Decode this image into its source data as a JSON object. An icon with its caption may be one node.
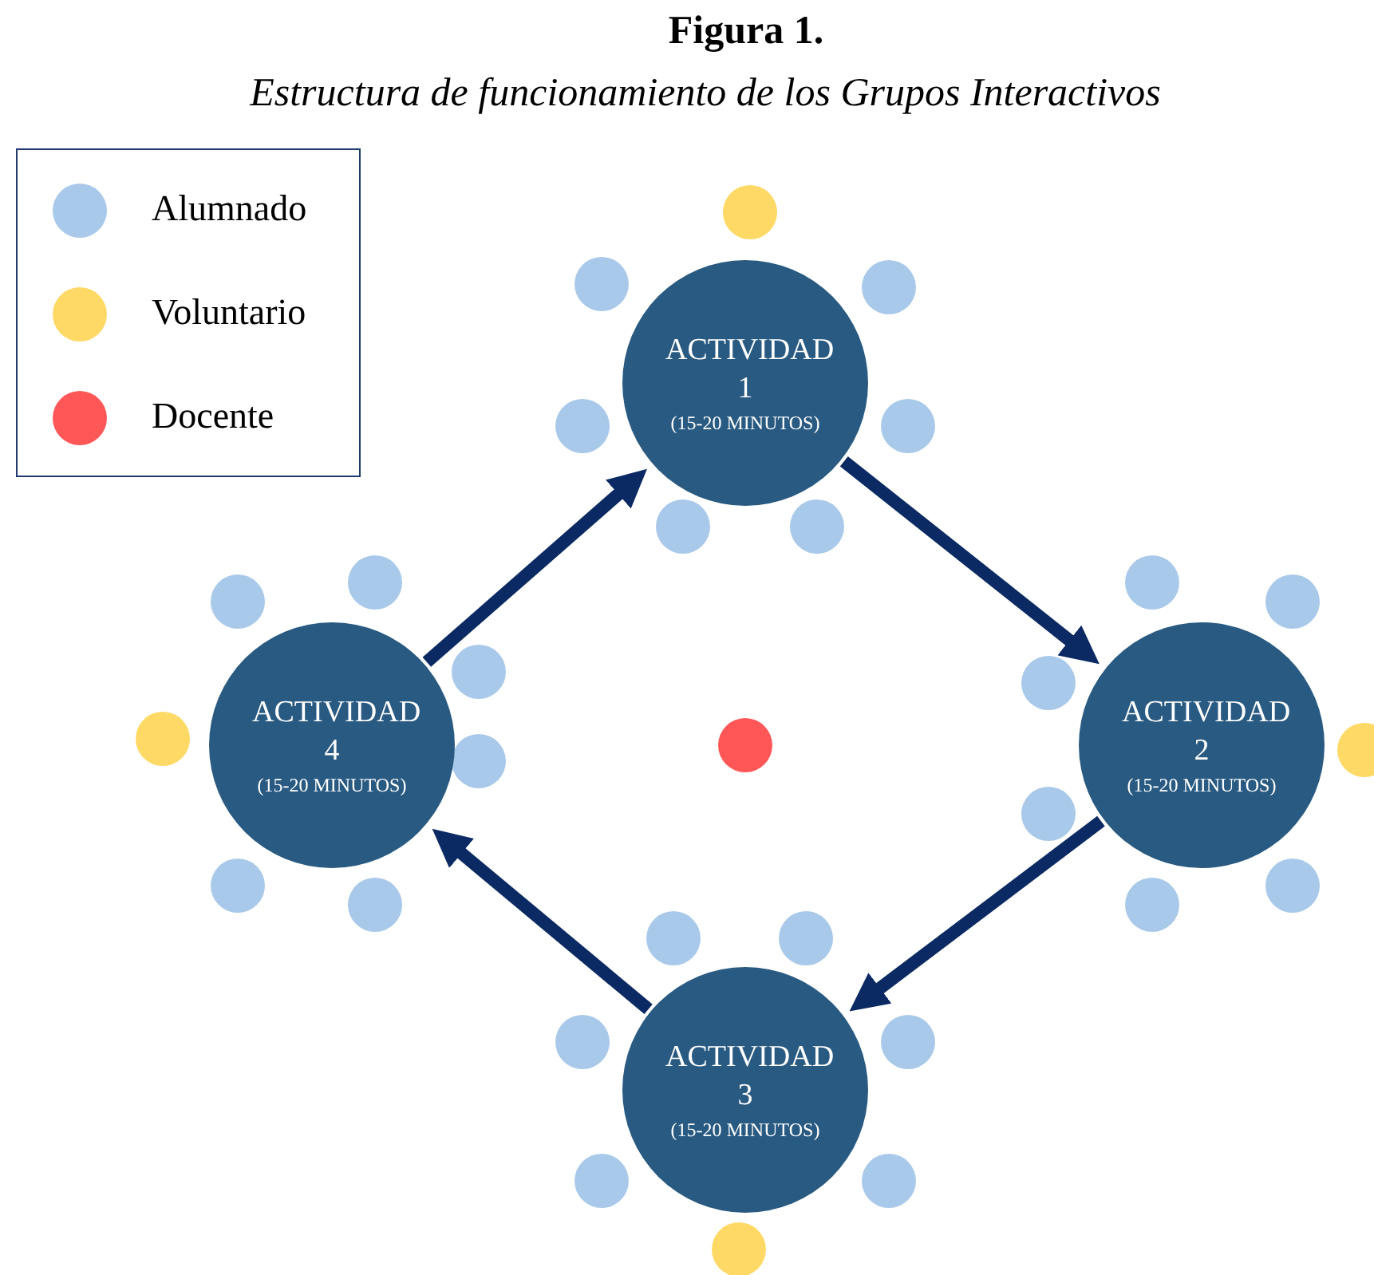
{
  "diagram": {
    "title": "Figura 1.",
    "caption": "Estructura de funcionamiento de los Grupos Interactivos",
    "nodes": [
      {
        "text": [
          "ACTIVIDAD 1",
          "(15-20 MINUTOS)"
        ]
      },
      {
        "text": [
          "ACTIVIDAD 2",
          "(15-20 MINUTOS)"
        ]
      },
      {
        "text": [
          "ACTIVIDAD 3",
          "(15-20 MINUTOS)"
        ]
      },
      {
        "text": [
          "ACTIVIDAD 4",
          "(15-20 MINUTOS)"
        ]
      }
    ],
    "edges": [
      {
        "from": 0,
        "to": 1,
        "arrow": "to"
      },
      {
        "from": 1,
        "to": 2,
        "arrow": "to"
      },
      {
        "from": 2,
        "to": 3,
        "arrow": "to"
      },
      {
        "from": 3,
        "to": 0,
        "arrow": "to"
      }
    ],
    "legend": [
      {
        "text": "Alumnado",
        "color": "#a9c9ea"
      },
      {
        "text": "Voluntario",
        "color": "#ffd966"
      },
      {
        "text": "Docente",
        "color": "#ff5757"
      }
    ]
  }
}
